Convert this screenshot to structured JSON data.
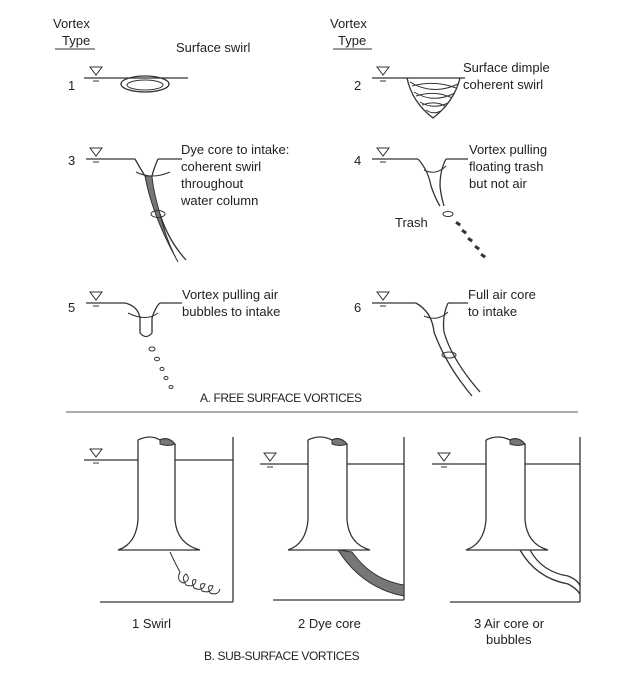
{
  "header": {
    "left": {
      "line1": "Vortex",
      "line2": "Type"
    },
    "right": {
      "line1": "Vortex",
      "line2": "Type"
    }
  },
  "free_surface": {
    "title": "A.  FREE SURFACE VORTICES",
    "types": [
      {
        "number": "1",
        "lines": [
          "Surface swirl"
        ]
      },
      {
        "number": "2",
        "lines": [
          "Surface dimple",
          "coherent swirl"
        ]
      },
      {
        "number": "3",
        "lines": [
          "Dye core to intake:",
          "coherent swirl",
          "throughout",
          "water column"
        ]
      },
      {
        "number": "4",
        "lines": [
          "Vortex pulling",
          "floating trash",
          "but not air"
        ],
        "extra_label": "Trash"
      },
      {
        "number": "5",
        "lines": [
          "Vortex pulling air",
          "bubbles to intake"
        ]
      },
      {
        "number": "6",
        "lines": [
          "Full air core",
          "to intake"
        ]
      }
    ]
  },
  "sub_surface": {
    "title": "B.  SUB-SURFACE VORTICES",
    "types": [
      {
        "lines": [
          "1 Swirl"
        ]
      },
      {
        "lines": [
          "2 Dye core"
        ]
      },
      {
        "lines": [
          "3 Air core or",
          "bubbles"
        ]
      }
    ]
  }
}
